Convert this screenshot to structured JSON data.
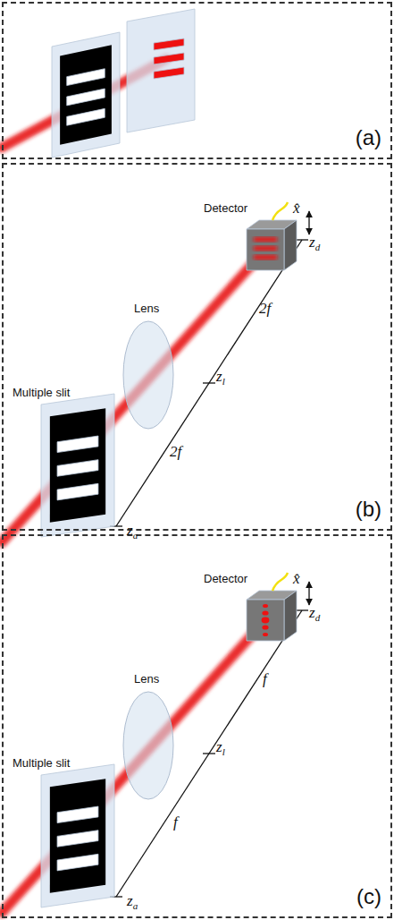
{
  "diagram": {
    "nodes": [
      {
        "text": [
          "(a)"
        ]
      },
      {
        "text": [
          "(b)"
        ]
      },
      {
        "text": [
          "(c)"
        ]
      }
    ],
    "labels": [
      "Detector",
      "Lens",
      "Multiple slit",
      "zd",
      "zl",
      "za",
      "2f",
      "2f",
      "x̂",
      "Detector",
      "Lens",
      "Multiple slit",
      "zd",
      "zl",
      "za",
      "f",
      "f",
      "x̂"
    ]
  }
}
